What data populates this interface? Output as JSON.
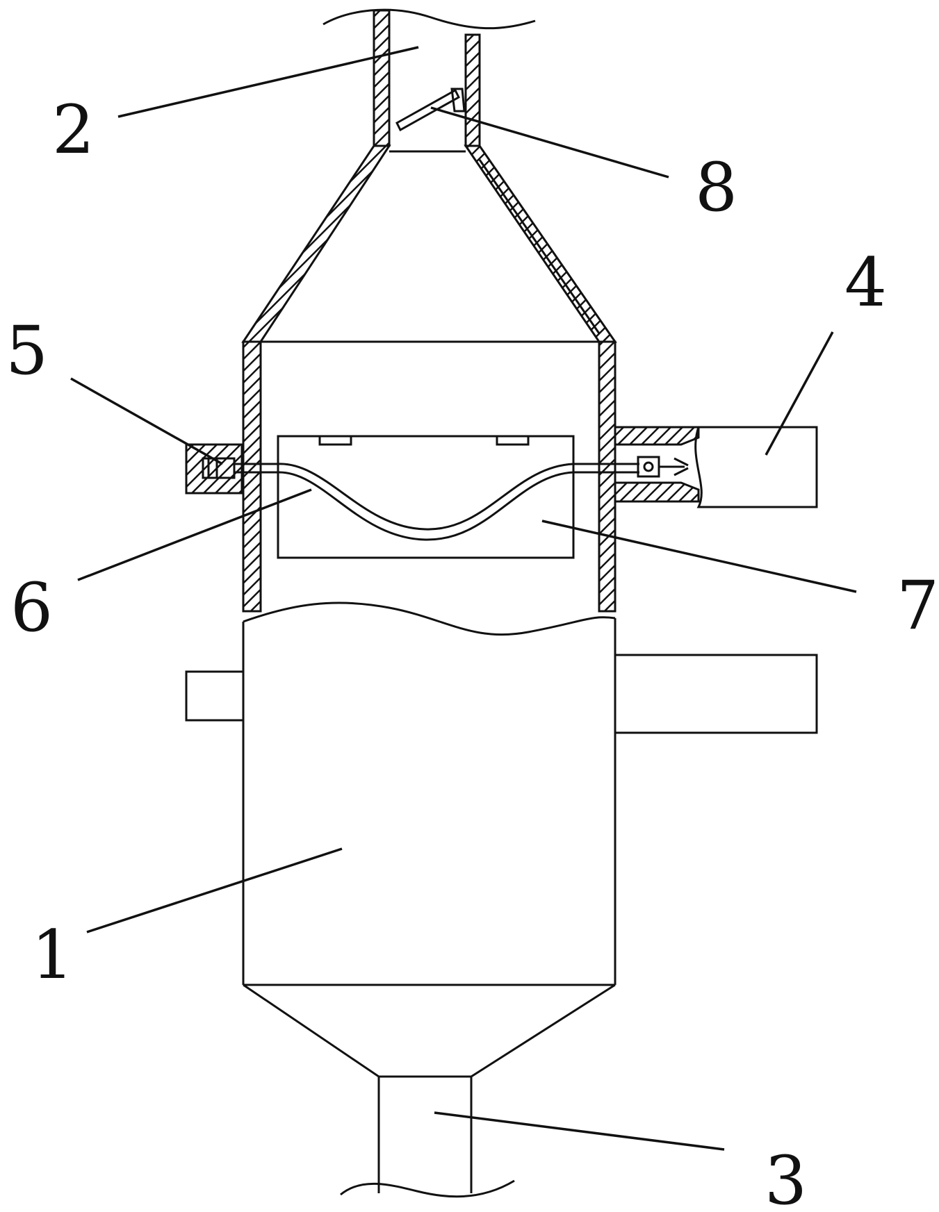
{
  "diagram": {
    "colors": {
      "ink": "#111111",
      "background": "#ffffff"
    },
    "labels": [
      {
        "id": "1",
        "text": "1",
        "part": "main-body"
      },
      {
        "id": "2",
        "text": "2",
        "part": "inlet-pipe"
      },
      {
        "id": "3",
        "text": "3",
        "part": "outlet-pipe"
      },
      {
        "id": "4",
        "text": "4",
        "part": "side-housing"
      },
      {
        "id": "5",
        "text": "5",
        "part": "left-clamp-block"
      },
      {
        "id": "6",
        "text": "6",
        "part": "wavy-rod"
      },
      {
        "id": "7",
        "text": "7",
        "part": "filter-box"
      },
      {
        "id": "8",
        "text": "8",
        "part": "inlet-deflector"
      }
    ]
  }
}
